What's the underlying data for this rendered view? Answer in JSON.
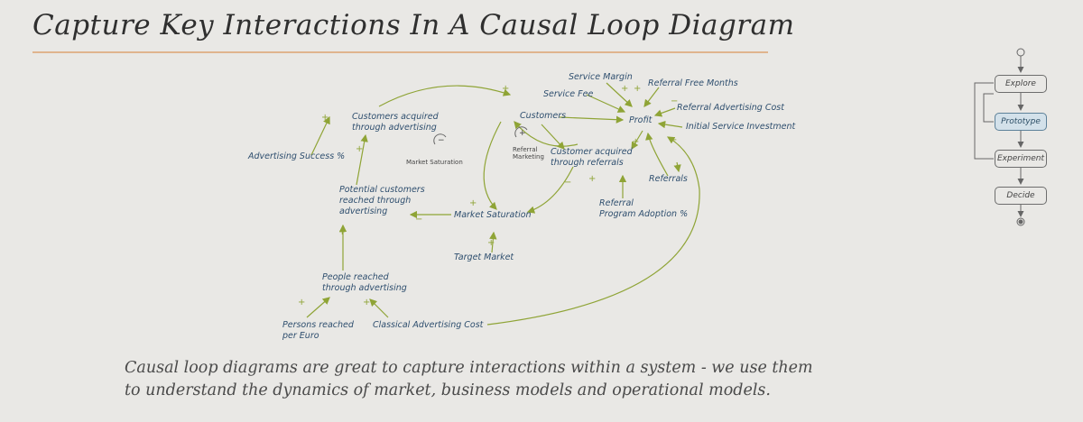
{
  "title": "Capture Key Interactions In A Causal Loop Diagram",
  "caption": {
    "line1": "Causal loop diagrams are great to capture interactions within a system - we use them",
    "line2": "to understand the dynamics of market, business models and operational models."
  },
  "diagram": {
    "nodes": {
      "service_margin": "Service Margin",
      "referral_free_months": "Referral Free Months",
      "service_fee": "Service Fee",
      "referral_advertising_cost": "Referral Advertising Cost",
      "customers": "Customers",
      "profit": "Profit",
      "initial_service_investment": "Initial Service Investment",
      "customers_acquired_advertising": "Customers acquired\nthrough advertising",
      "referral_marketing": "Referral\nMarketing",
      "customer_acquired_referrals": "Customer acquired\nthrough referrals",
      "market_saturation_loop": "Market Saturation",
      "advertising_success": "Advertising Success %",
      "referrals": "Referrals",
      "potential_customers": "Potential customers\nreached through\nadvertising",
      "market_saturation": "Market Saturation",
      "referral_program_adoption": "Referral\nProgram Adoption %",
      "target_market": "Target Market",
      "people_reached": "People reached\nthrough advertising",
      "persons_per_euro": "Persons reached\nper Euro",
      "classical_advertising_cost": "Classical Advertising Cost"
    }
  },
  "flow": {
    "explore": "Explore",
    "prototype": "Prototype",
    "experiment": "Experiment",
    "decide": "Decide"
  }
}
